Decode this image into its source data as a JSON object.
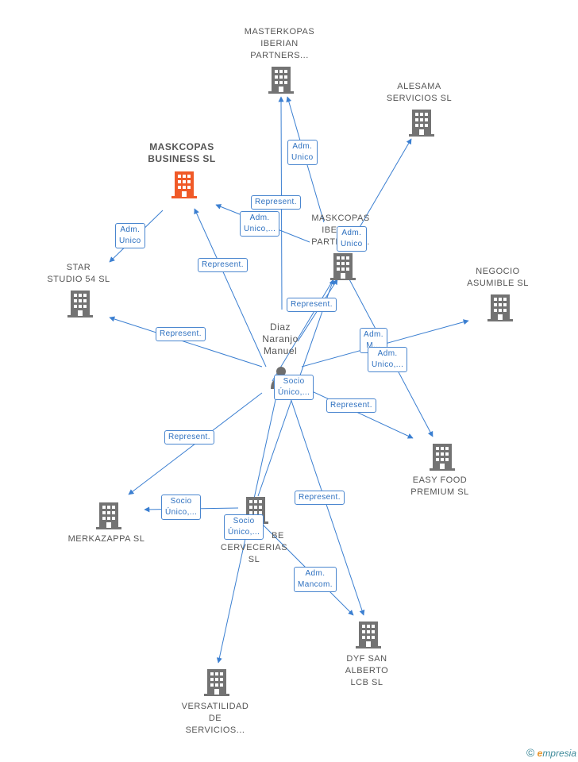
{
  "colors": {
    "edge": "#3b7fd1",
    "building": "#737373",
    "building_main": "#f05a28",
    "person": "#6e6e6e"
  },
  "nodes": [
    {
      "id": "masterkopas",
      "lines": [
        "MASTERKOPAS",
        "IBERIAN",
        "PARTNERS..."
      ],
      "icon": "building-icon"
    },
    {
      "id": "alesama",
      "lines": [
        "ALESAMA",
        "SERVICIOS SL"
      ],
      "icon": "building-icon"
    },
    {
      "id": "maskcopas_business",
      "lines": [
        "MASKCOPAS",
        "BUSINESS SL"
      ],
      "icon": "building-icon",
      "main": true
    },
    {
      "id": "maskcopas_iberian",
      "lines": [
        "MASKCOPAS",
        "IBERIAN",
        "PARTNERS..."
      ],
      "icon": "building-icon"
    },
    {
      "id": "star_studio",
      "lines": [
        "STAR",
        "STUDIO 54 SL"
      ],
      "icon": "building-icon"
    },
    {
      "id": "negocio",
      "lines": [
        "NEGOCIO",
        "ASUMIBLE SL"
      ],
      "icon": "building-icon"
    },
    {
      "id": "person",
      "lines": [
        "Diaz",
        "Naranjo",
        "Manuel"
      ],
      "icon": "person-icon"
    },
    {
      "id": "easy_food",
      "lines": [
        "EASY FOOD",
        "PREMIUM SL"
      ],
      "icon": "building-icon"
    },
    {
      "id": "merkazappa",
      "lines": [
        "MERKAZAPPA SL"
      ],
      "icon": "building-icon"
    },
    {
      "id": "be_cervecerias",
      "lines": [
        "BE",
        "CERVECERIAS",
        "SL"
      ],
      "icon": "building-icon"
    },
    {
      "id": "dyf",
      "lines": [
        "DYF SAN",
        "ALBERTO",
        "LCB SL"
      ],
      "icon": "building-icon"
    },
    {
      "id": "versatilidad",
      "lines": [
        "VERSATILIDAD",
        "DE",
        "SERVICIOS..."
      ],
      "icon": "building-icon"
    }
  ],
  "edge_labels": [
    {
      "id": "e1",
      "lines": [
        "Adm.",
        "Unico"
      ]
    },
    {
      "id": "e2",
      "lines": [
        "Represent."
      ]
    },
    {
      "id": "e3",
      "lines": [
        "Adm.",
        "Unico,..."
      ]
    },
    {
      "id": "e4",
      "lines": [
        "Adm.",
        "Unico"
      ]
    },
    {
      "id": "e5",
      "lines": [
        "Adm.",
        "Unico"
      ]
    },
    {
      "id": "e6",
      "lines": [
        "Represent."
      ]
    },
    {
      "id": "e7",
      "lines": [
        "Represent."
      ]
    },
    {
      "id": "e8",
      "lines": [
        "Represent."
      ]
    },
    {
      "id": "e9",
      "lines": [
        "Adm.",
        "M..."
      ]
    },
    {
      "id": "e10",
      "lines": [
        "Adm.",
        "Unico,..."
      ]
    },
    {
      "id": "e11",
      "lines": [
        "Socio",
        "Único,..."
      ]
    },
    {
      "id": "e12",
      "lines": [
        "Represent."
      ]
    },
    {
      "id": "e13",
      "lines": [
        "Represent."
      ]
    },
    {
      "id": "e14",
      "lines": [
        "Socio",
        "Único,..."
      ]
    },
    {
      "id": "e15",
      "lines": [
        "Represent."
      ]
    },
    {
      "id": "e16",
      "lines": [
        "Socio",
        "Único,..."
      ]
    },
    {
      "id": "e17",
      "lines": [
        "Adm.",
        "Mancom."
      ]
    }
  ],
  "footer": {
    "copyright": "©",
    "brand_initial": "e",
    "brand_rest": "mpresia"
  }
}
